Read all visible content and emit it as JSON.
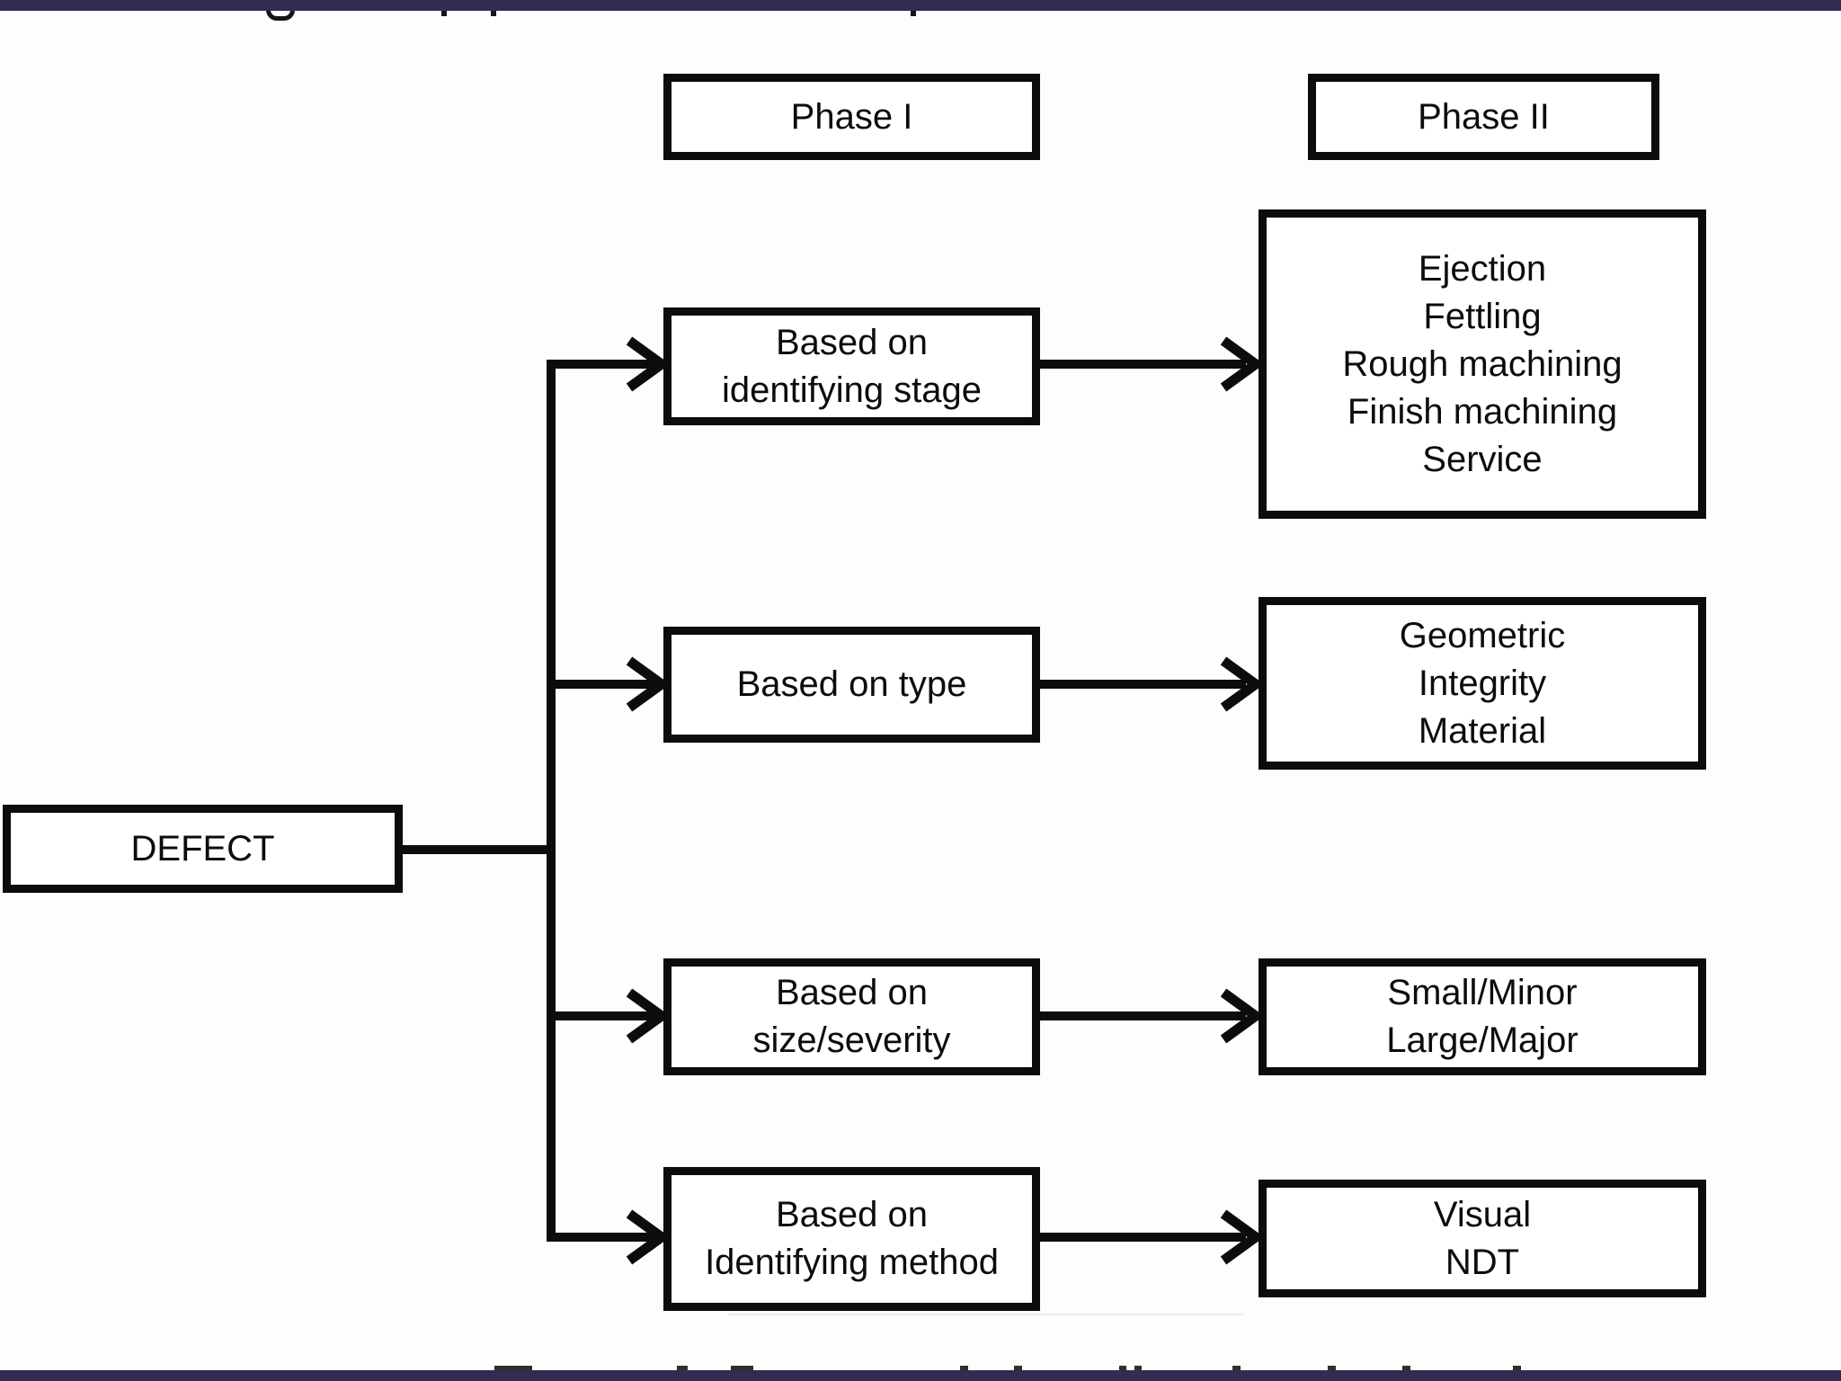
{
  "colors": {
    "band": "#312c50",
    "line": "#0c0c0c",
    "box_background": "#ffffff",
    "page_background": "#fdfdfd"
  },
  "headers": {
    "phase1": "Phase I",
    "phase2": "Phase II"
  },
  "defect": {
    "label": "DEFECT"
  },
  "branches": [
    {
      "phase1_lines": [
        "Based on",
        "identifying stage"
      ],
      "phase2_lines": [
        "Ejection",
        "Fettling",
        "Rough machining",
        "Finish machining",
        "Service"
      ]
    },
    {
      "phase1_lines": [
        "Based on type"
      ],
      "phase2_lines": [
        "Geometric",
        "Integrity",
        "Material"
      ]
    },
    {
      "phase1_lines": [
        "Based on",
        "size/severity"
      ],
      "phase2_lines": [
        "Small/Minor",
        "Large/Major"
      ]
    },
    {
      "phase1_lines": [
        "Based on",
        "Identifying method"
      ],
      "phase2_lines": [
        "Visual",
        "NDT"
      ]
    }
  ]
}
